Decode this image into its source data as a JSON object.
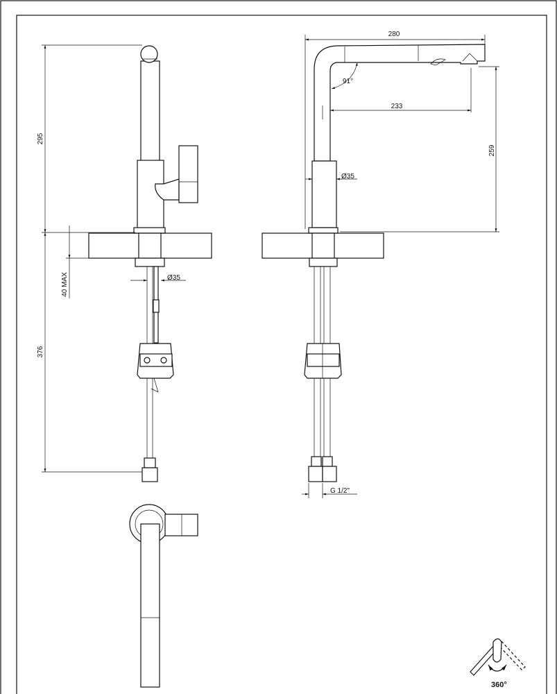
{
  "dimensions": {
    "height_upper": "295",
    "height_lower": "376",
    "max_counter": "40 MAX",
    "shank_diameter": "Ø35",
    "body_diameter": "Ø35",
    "spout_length": "280",
    "spout_reach": "233",
    "spout_height": "259",
    "spout_angle": "91°",
    "connection": "G 1/2\""
  },
  "rotation_icon": {
    "label": "360°"
  }
}
